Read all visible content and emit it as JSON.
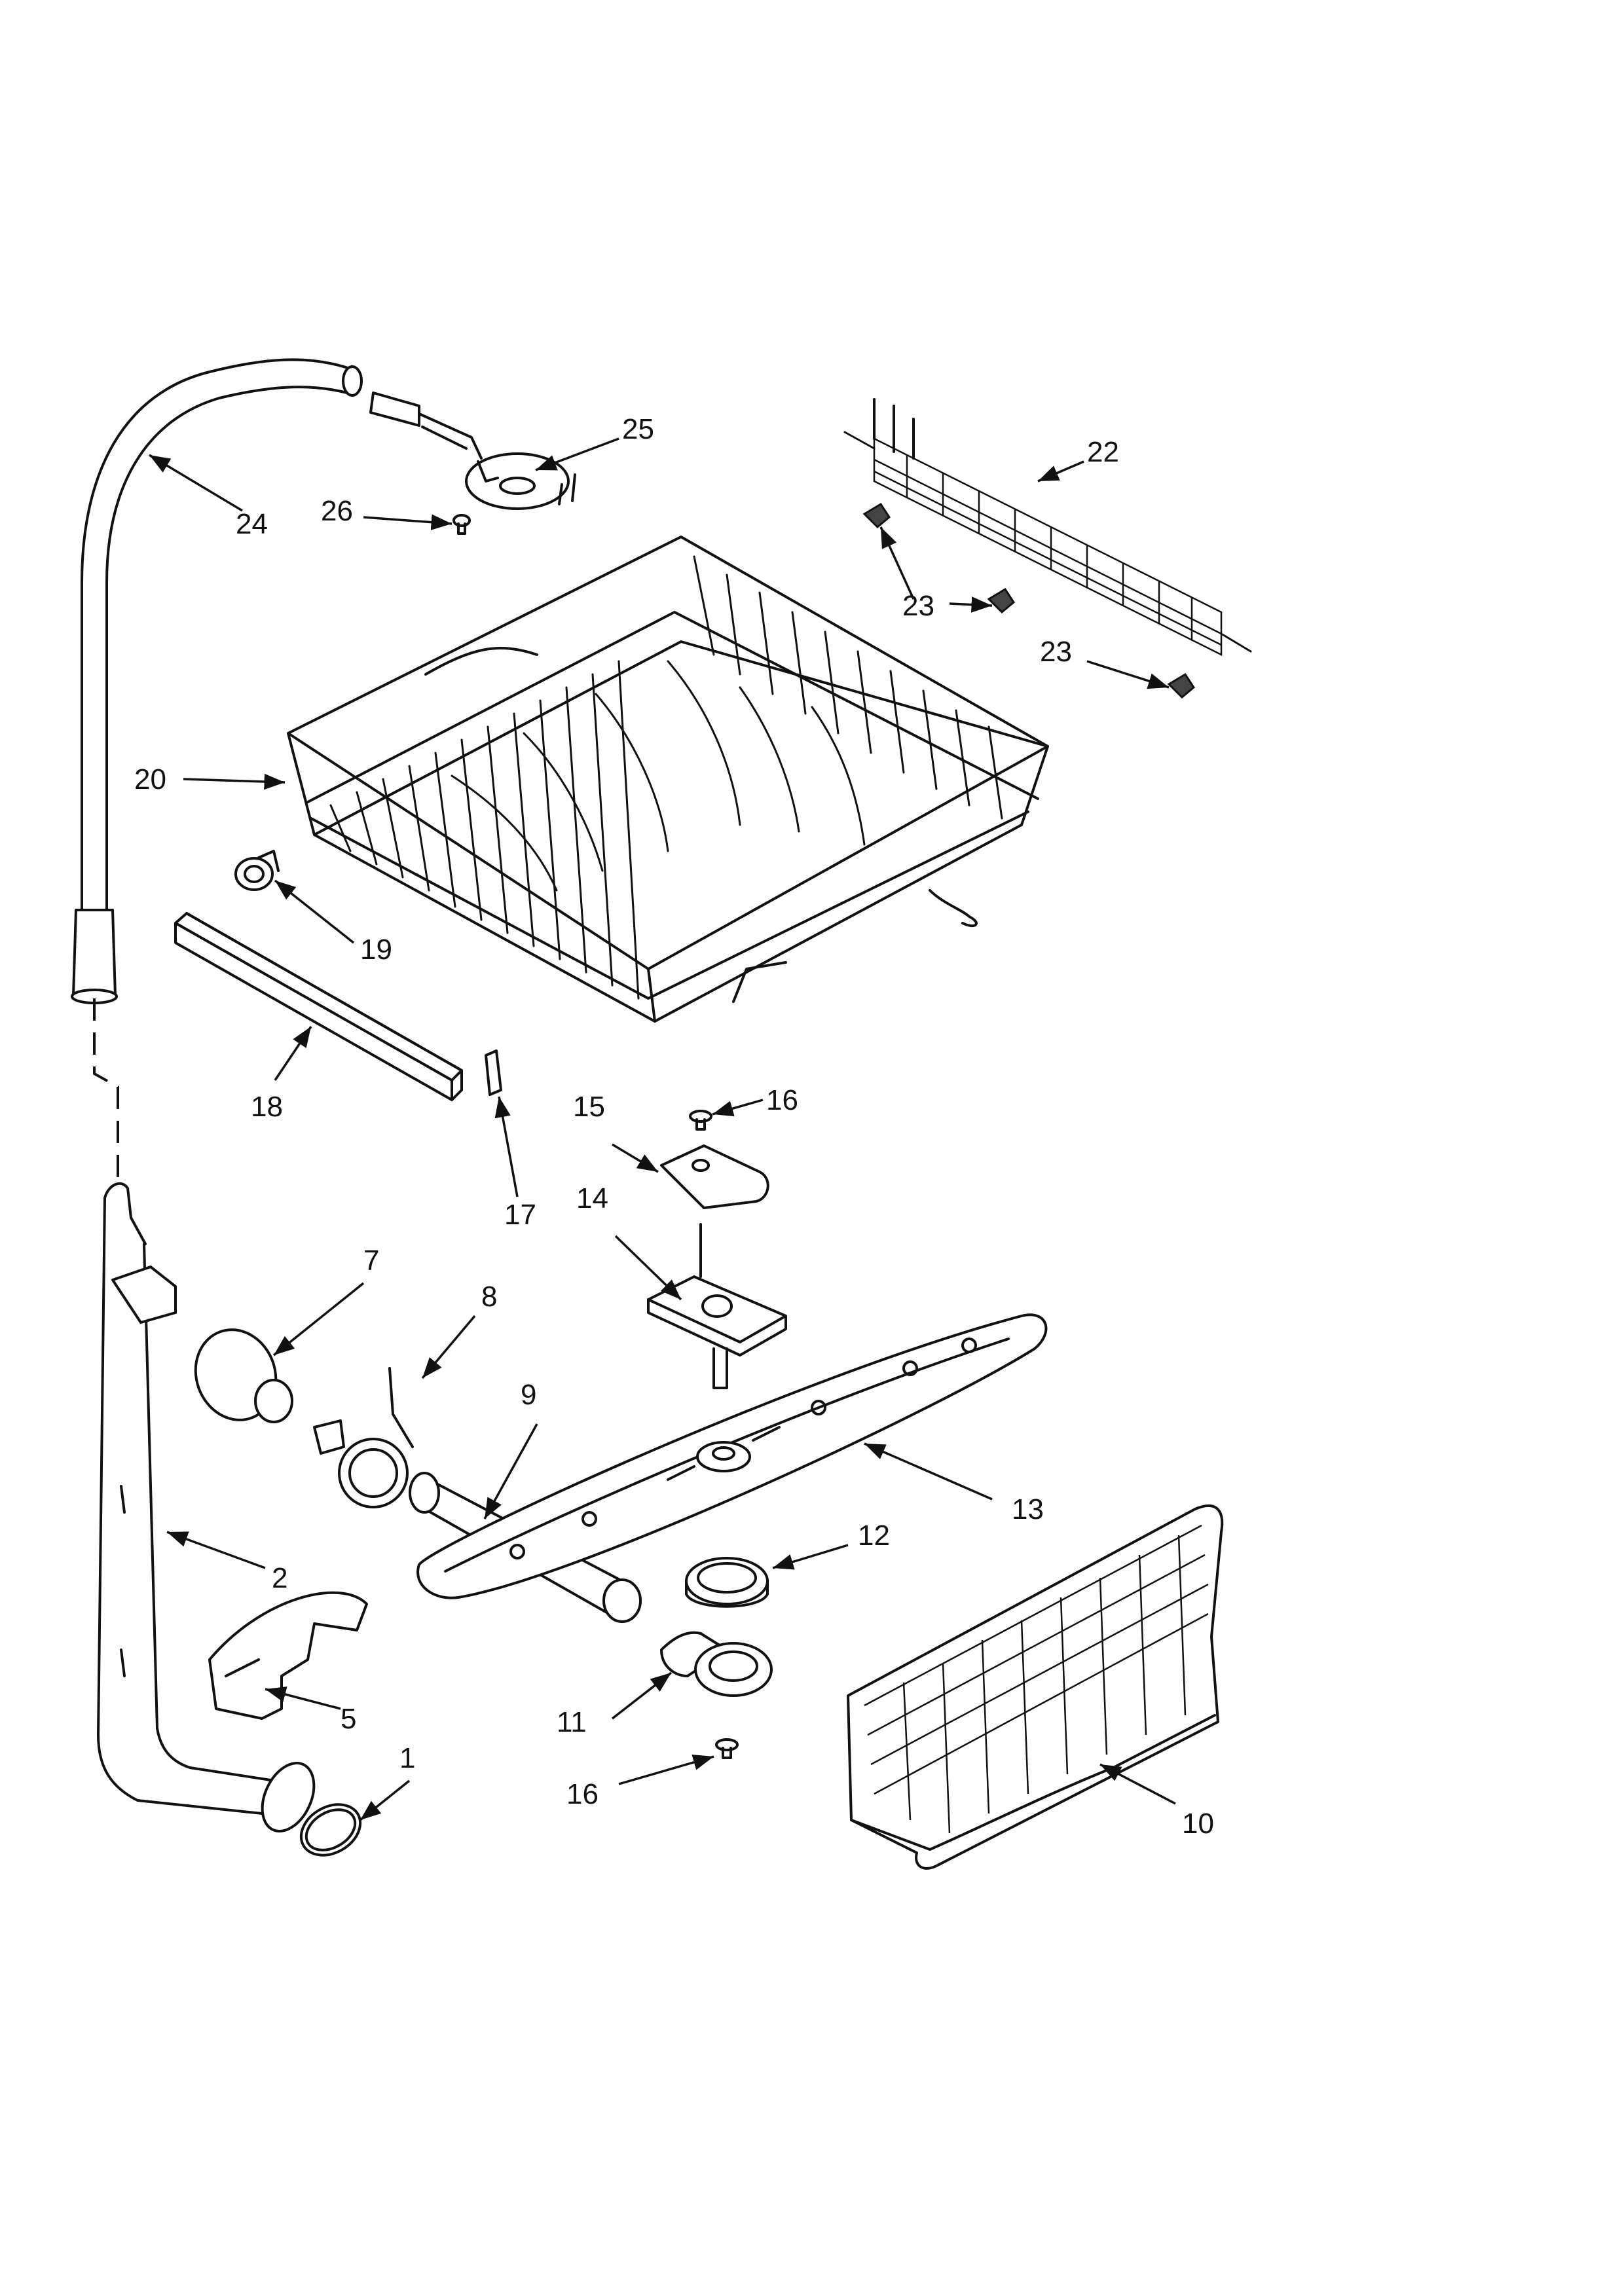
{
  "callouts": [
    {
      "id": "c1",
      "label": "1"
    },
    {
      "id": "c2",
      "label": "2"
    },
    {
      "id": "c5",
      "label": "5"
    },
    {
      "id": "c7",
      "label": "7"
    },
    {
      "id": "c8",
      "label": "8"
    },
    {
      "id": "c9",
      "label": "9"
    },
    {
      "id": "c10",
      "label": "10"
    },
    {
      "id": "c11",
      "label": "11"
    },
    {
      "id": "c12",
      "label": "12"
    },
    {
      "id": "c13",
      "label": "13"
    },
    {
      "id": "c14",
      "label": "14"
    },
    {
      "id": "c15",
      "label": "15"
    },
    {
      "id": "c16a",
      "label": "16"
    },
    {
      "id": "c16b",
      "label": "16"
    },
    {
      "id": "c17",
      "label": "17"
    },
    {
      "id": "c18",
      "label": "18"
    },
    {
      "id": "c19",
      "label": "19"
    },
    {
      "id": "c20",
      "label": "20"
    },
    {
      "id": "c22",
      "label": "22"
    },
    {
      "id": "c23a",
      "label": "23"
    },
    {
      "id": "c23b",
      "label": "23"
    },
    {
      "id": "c24",
      "label": "24"
    },
    {
      "id": "c25",
      "label": "25"
    },
    {
      "id": "c26",
      "label": "26"
    }
  ]
}
